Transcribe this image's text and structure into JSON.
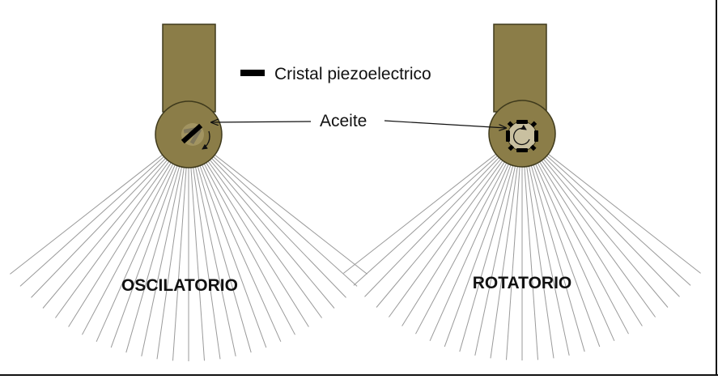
{
  "legend": {
    "label": "Cristal piezoelectrico"
  },
  "callout": {
    "label": "Aceite"
  },
  "transducers": [
    {
      "label": "OSCILATORIO"
    },
    {
      "label": "ROTATORIO"
    }
  ],
  "colors": {
    "housing_fill": "#8b7d48",
    "housing_stroke": "#3f3a1c",
    "oil_fill": "#c9c0a0",
    "crystal": "#000000",
    "beam_lines": "#9a9a9a",
    "text": "#111111"
  }
}
